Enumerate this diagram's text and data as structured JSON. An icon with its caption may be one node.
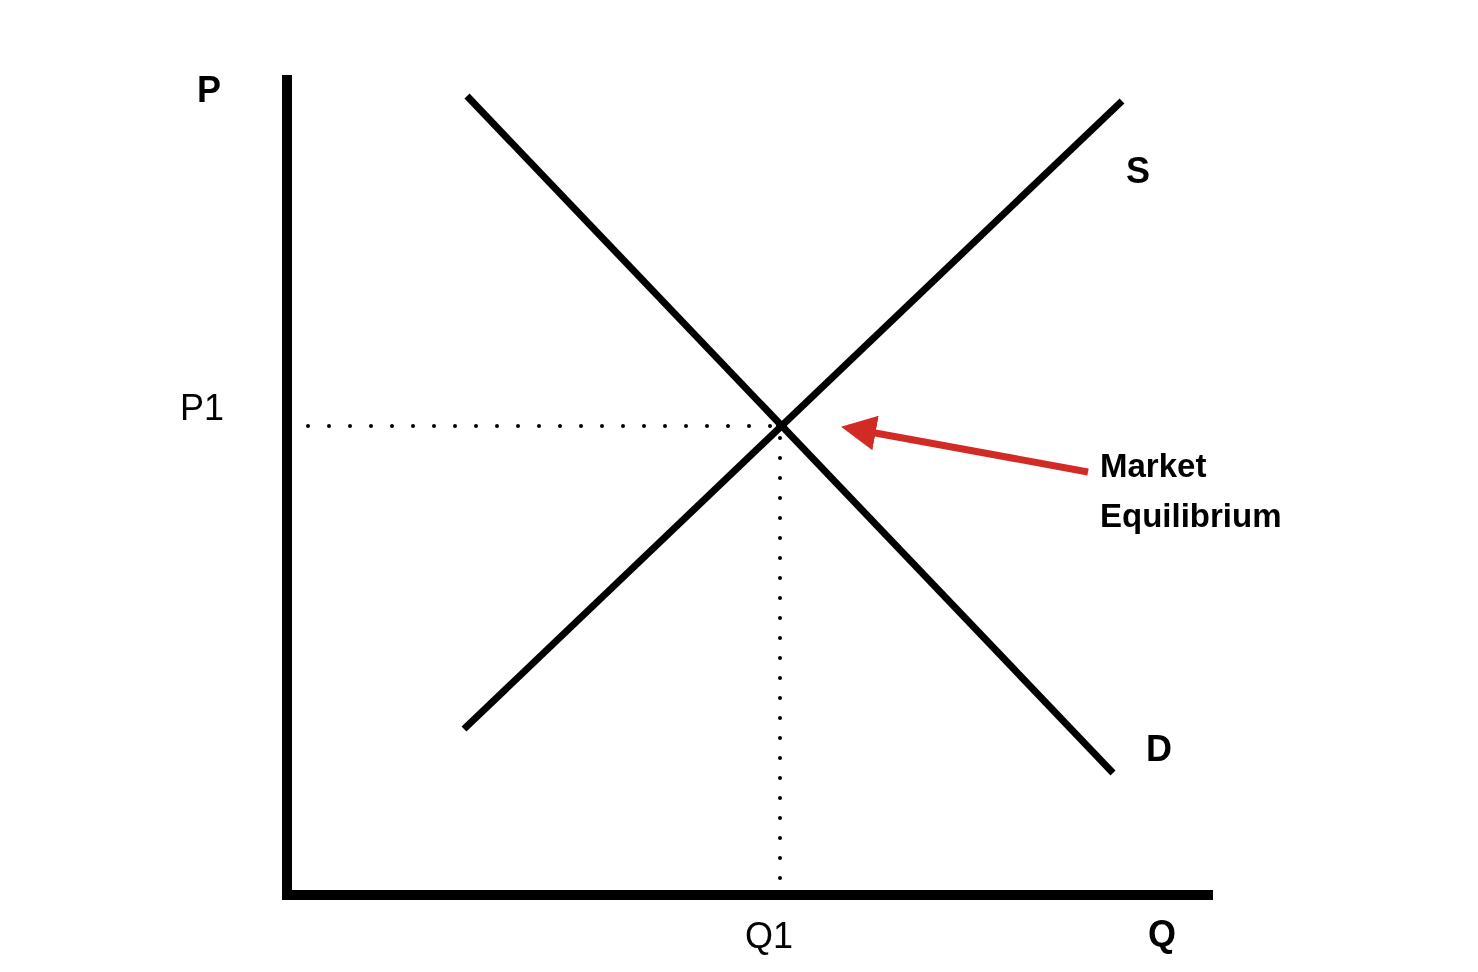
{
  "diagram": {
    "nodes": [
      {
        "text": [
          "Market Equilibrium"
        ]
      },
      {
        "text": [],
        "shape": "circle"
      }
    ],
    "edges": [
      {
        "from": 0,
        "to": 1,
        "arrow": "to",
        "color": "#d22b25"
      }
    ],
    "labels": [
      "P",
      "S",
      "P1",
      "D",
      "Q1",
      "Q"
    ]
  }
}
